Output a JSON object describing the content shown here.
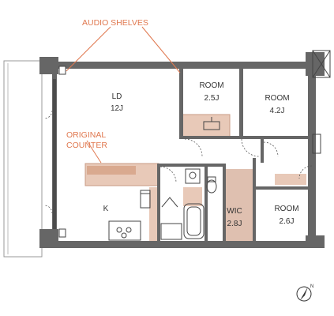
{
  "annotations": {
    "audio_shelves": "AUDIO SHELVES",
    "original_counter_line1": "ORIGINAL",
    "original_counter_line2": "COUNTER"
  },
  "rooms": {
    "ld": {
      "name": "LD",
      "size": "12J"
    },
    "room_top": {
      "name": "ROOM",
      "size": "2.5J"
    },
    "room_right": {
      "name": "ROOM",
      "size": "4.2J"
    },
    "kitchen": {
      "name": "K"
    },
    "wic": {
      "name": "WIC",
      "size": "2.8J"
    },
    "room_bottom": {
      "name": "ROOM",
      "size": "2.6J"
    }
  },
  "colors": {
    "wall": "#666666",
    "accent": "#e0784f",
    "highlight_fill": "#e8c9b8",
    "wic_fill": "#dfc0b0"
  },
  "icons": [
    "north-arrow-icon"
  ]
}
